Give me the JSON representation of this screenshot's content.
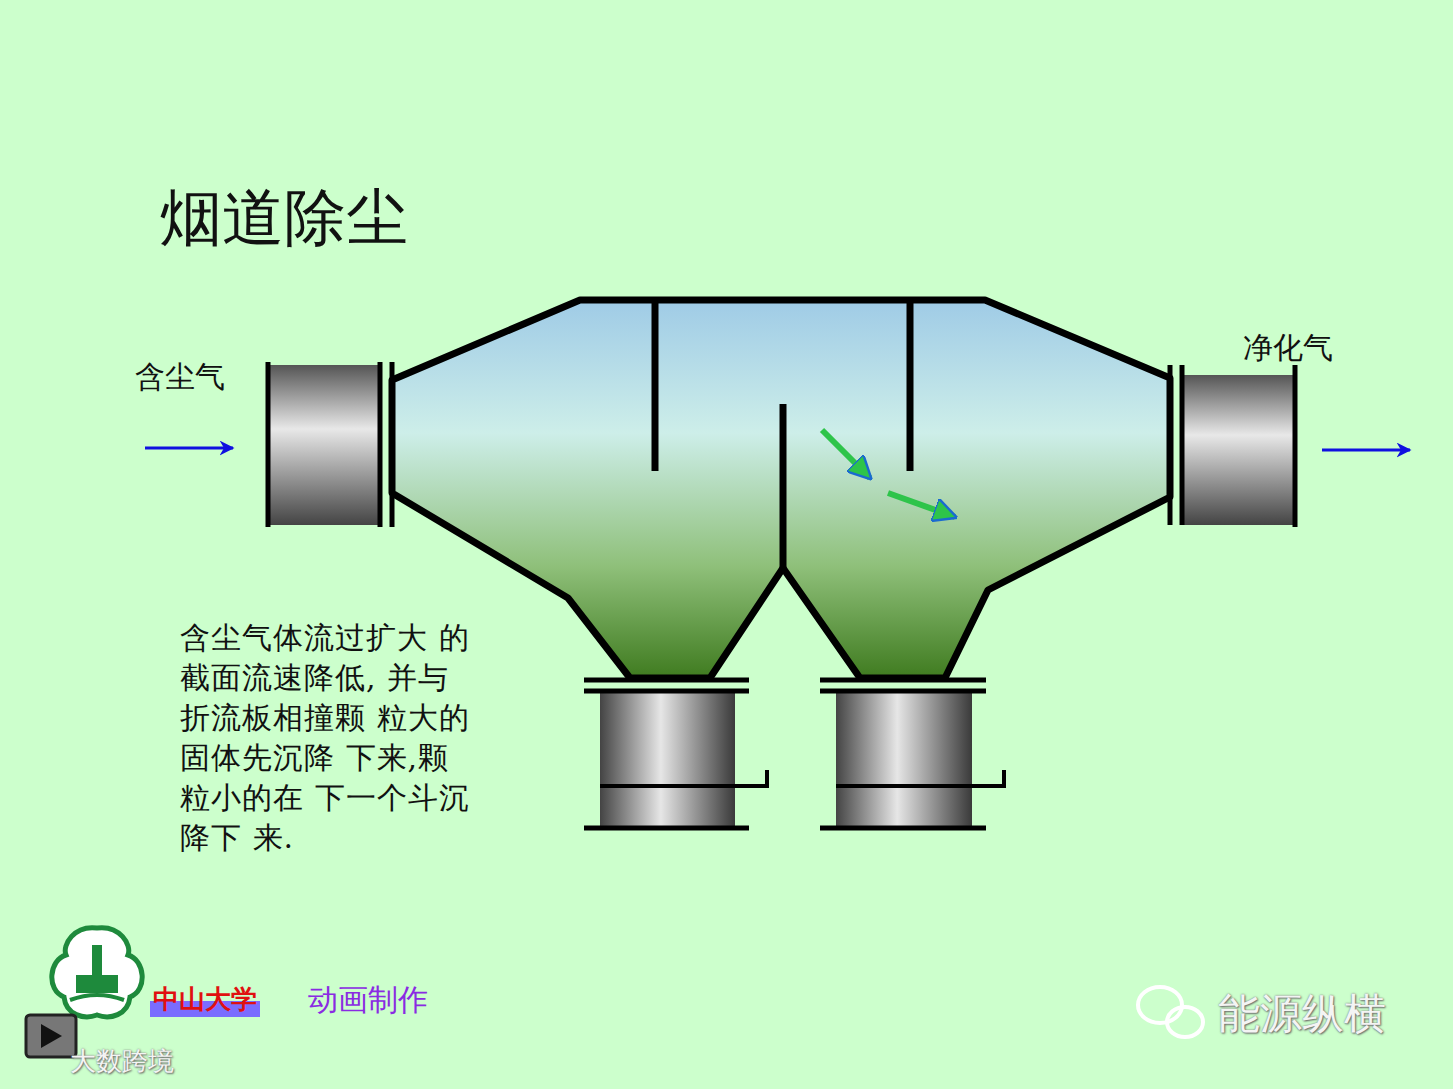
{
  "diagram": {
    "title": "烟道除尘",
    "labels": [
      "含尘气",
      "净化气",
      "含尘气体流过扩大 的截面流速降低, 并与折流板相撞颗 粒大的固体先沉降 下来,颗粒小的在 下一个斗沉降下 来.",
      "中山大学",
      "动画制作",
      "能源纵横",
      "大数跨境"
    ]
  }
}
